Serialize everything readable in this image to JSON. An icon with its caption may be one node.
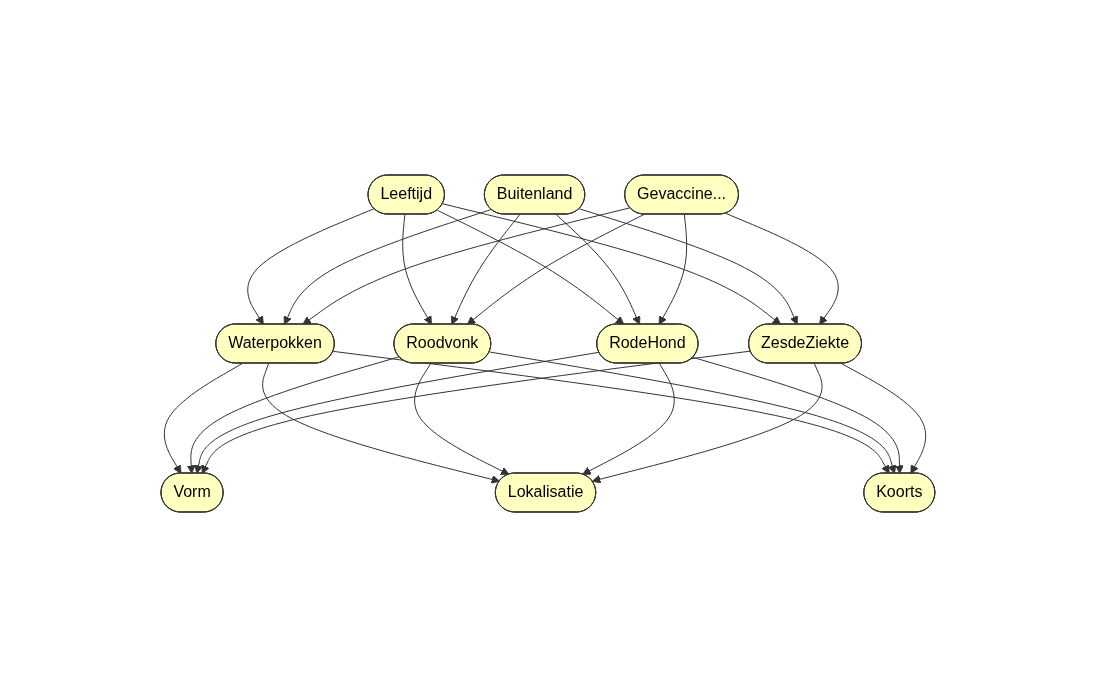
{
  "diagram": {
    "nodes": [
      {
        "text": [
          "Leeftijd"
        ]
      },
      {
        "text": [
          "Buitenland"
        ]
      },
      {
        "text": [
          "Gevaccine..."
        ]
      },
      {
        "text": [
          "Waterpokken"
        ]
      },
      {
        "text": [
          "Roodvonk"
        ]
      },
      {
        "text": [
          "RodeHond"
        ]
      },
      {
        "text": [
          "ZesdeZiekte"
        ]
      },
      {
        "text": [
          "Vorm"
        ]
      },
      {
        "text": [
          "Lokalisatie"
        ]
      },
      {
        "text": [
          "Koorts"
        ]
      }
    ],
    "edges": [
      {
        "from": 0,
        "to": 3,
        "arrow": "to"
      },
      {
        "from": 0,
        "to": 4,
        "arrow": "to"
      },
      {
        "from": 0,
        "to": 5,
        "arrow": "to"
      },
      {
        "from": 0,
        "to": 6,
        "arrow": "to"
      },
      {
        "from": 1,
        "to": 3,
        "arrow": "to"
      },
      {
        "from": 1,
        "to": 4,
        "arrow": "to"
      },
      {
        "from": 1,
        "to": 5,
        "arrow": "to"
      },
      {
        "from": 1,
        "to": 6,
        "arrow": "to"
      },
      {
        "from": 2,
        "to": 3,
        "arrow": "to"
      },
      {
        "from": 2,
        "to": 4,
        "arrow": "to"
      },
      {
        "from": 2,
        "to": 5,
        "arrow": "to"
      },
      {
        "from": 2,
        "to": 6,
        "arrow": "to"
      },
      {
        "from": 3,
        "to": 7,
        "arrow": "to"
      },
      {
        "from": 3,
        "to": 8,
        "arrow": "to"
      },
      {
        "from": 3,
        "to": 9,
        "arrow": "to"
      },
      {
        "from": 4,
        "to": 7,
        "arrow": "to"
      },
      {
        "from": 4,
        "to": 8,
        "arrow": "to"
      },
      {
        "from": 4,
        "to": 9,
        "arrow": "to"
      },
      {
        "from": 5,
        "to": 7,
        "arrow": "to"
      },
      {
        "from": 5,
        "to": 8,
        "arrow": "to"
      },
      {
        "from": 5,
        "to": 9,
        "arrow": "to"
      },
      {
        "from": 6,
        "to": 7,
        "arrow": "to"
      },
      {
        "from": 6,
        "to": 8,
        "arrow": "to"
      },
      {
        "from": 6,
        "to": 9,
        "arrow": "to"
      }
    ]
  }
}
